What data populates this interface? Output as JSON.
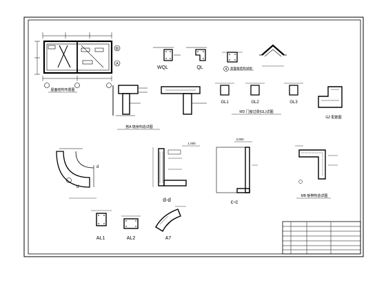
{
  "labels": {
    "wql": "WQL",
    "ql": "QL",
    "gl1": "GL1",
    "gl2": "GL2",
    "gl3": "GL3",
    "md_lintel": "MD 门窗过梁(GL)详图",
    "gz": "GZ 配筋图",
    "section_a": "剖A 墙身构造详图",
    "dd": "d-d",
    "cc": "c-c",
    "mb": "MB 板带构造详图",
    "al1": "AL1",
    "al2": "AL2",
    "a7": "A7",
    "plan_caption": "屋面结构布置图",
    "small_caption": "屋面板结构详图",
    "circle_small": "4",
    "circle_d1": "d",
    "circle_d2": "d",
    "circle_a": "A",
    "circle_b": "B",
    "dim_top": "1.000",
    "dim_cc": "3.000"
  }
}
